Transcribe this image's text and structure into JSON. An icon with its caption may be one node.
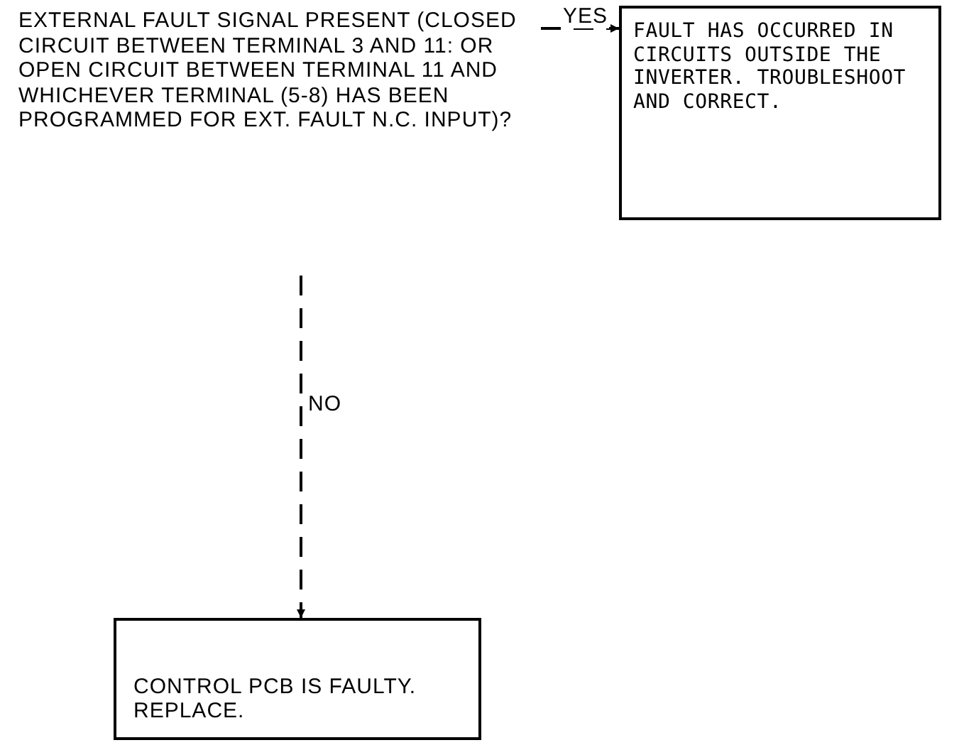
{
  "diagram": {
    "nodes": [
      {
        "text": [
          "EXTERNAL FAULT SIGNAL PRESENT (CLOSED CIRCUIT BETWEEN TERMINAL 3 AND 11: OR OPEN CIRCUIT BETWEEN TERMINAL 11 AND WHICHEVER TERMINAL (5-8) HAS BEEN PROGRAMMED FOR EXT. FAULT N.C. INPUT)?"
        ]
      },
      {
        "text": [
          "FAULT HAS OCCURRED IN CIRCUITS OUTSIDE THE INVERTER. TROUBLESHOOT AND CORRECT."
        ]
      },
      {
        "text": [
          "CONTROL PCB IS FAULTY. REPLACE."
        ]
      }
    ],
    "edges": [
      {
        "from": 0,
        "to": 1,
        "arrow": "to",
        "label": "YES",
        "style": "dashed"
      },
      {
        "from": 0,
        "to": 2,
        "arrow": "to",
        "label": "NO",
        "style": "dashed"
      }
    ]
  }
}
